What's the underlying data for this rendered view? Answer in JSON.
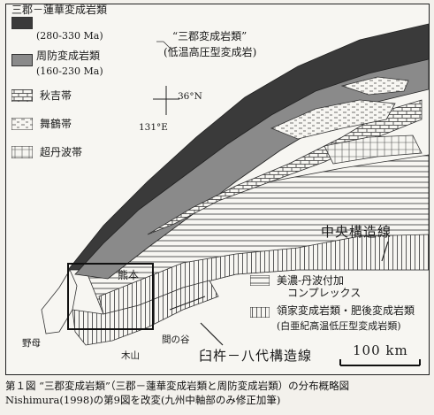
{
  "legend": {
    "sanbagawa": {
      "name": "三郡－蓮華変成岩類",
      "age": "(280-330 Ma)"
    },
    "suo": {
      "name": "周防変成岩類",
      "age": "(160-230 Ma)"
    },
    "group_label": "“三郡変成岩類”",
    "group_sub": "(低温高圧型変成岩)",
    "akiyoshi": "秋吉帯",
    "maizuru": "舞鶴帯",
    "ultra_tamba": "超丹波帯",
    "mino_tamba": {
      "name": "美濃-丹波付加",
      "sub": "コンプレックス"
    },
    "ryoke": {
      "name": "領家変成岩類・肥後変成岩類",
      "sub": "(白亜紀高温低圧型変成岩類)"
    }
  },
  "coords": {
    "lat": "36°N",
    "lon": "131°E"
  },
  "places": {
    "kumamoto": "熊本",
    "nomo": "野母",
    "kiyama": "木山",
    "manotani": "間の谷"
  },
  "faults": {
    "mtl": "中央構造線",
    "usuki_yatsushiro": "臼杵－八代構造線"
  },
  "scale": {
    "label": "100 km"
  },
  "caption": {
    "line1": "第１図 “三郡変成岩類”（三郡－蓮華変成岩類と周防変成岩類）の分布概略図",
    "line2": "Nishimura(1998)の第9図を改変(九州中軸部のみ修正加筆)"
  },
  "colors": {
    "sanbagawa": "#3a3a3a",
    "suo": "#8a8a8a",
    "line": "#222222"
  }
}
